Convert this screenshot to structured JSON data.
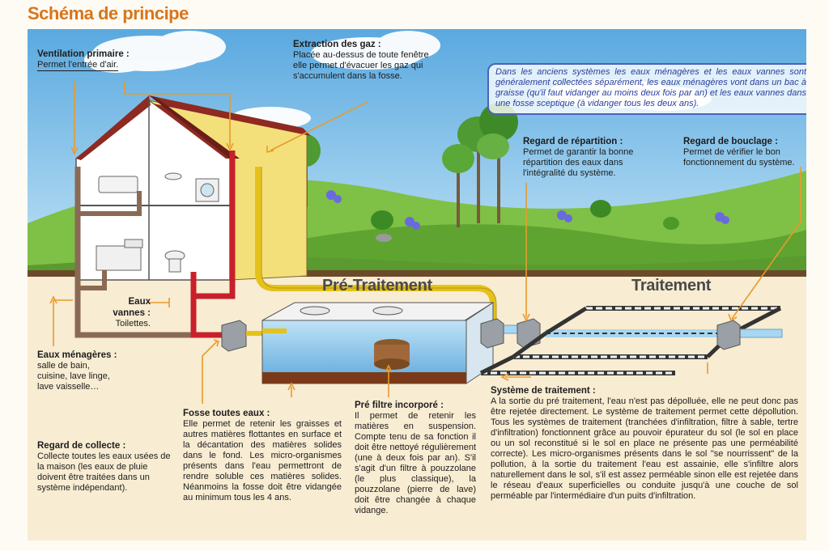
{
  "title": "Schéma de principe",
  "info_box": "Dans les anciens systèmes les eaux ménagères et les eaux vannes sont généralement collectées séparément, les eaux ménagères vont dans un bac à graisse (qu'il faut vidanger au moins deux fois par an) et les eaux vannes dans une fosse sceptique (à vidanger tous les deux ans).",
  "section_titles": {
    "pretraitement": "Pré-Traitement",
    "traitement": "Traitement"
  },
  "labels": {
    "ventilation": {
      "heading": "Ventilation primaire :",
      "text": "Permet l'entrée d'air."
    },
    "extraction": {
      "heading": "Extraction des gaz :",
      "text": "Placée au-dessus de toute fenêtre\nelle permet d'évacuer les gaz qui\ns'accumulent dans la fosse."
    },
    "repartition": {
      "heading": "Regard de répartition :",
      "text": "Permet de garantir la bonne\nrépartition des eaux dans\nl'intégralité du système."
    },
    "bouclage": {
      "heading": "Regard de bouclage :",
      "text": "Permet de vérifier le bon\nfonctionnement du système."
    },
    "eaux_vannes": {
      "heading": "Eaux vannes :",
      "text": "Toilettes."
    },
    "eaux_menageres": {
      "heading": "Eaux ménagères :",
      "text": "salle de bain,\ncuisine, lave linge,\nlave vaisselle…"
    },
    "regard_collecte": {
      "heading": "Regard de collecte :",
      "text": "Collecte toutes les eaux usées de\nla maison (les eaux de pluie\ndoivent être traitées dans un\nsystème indépendant)."
    },
    "fosse": {
      "heading": "Fosse toutes eaux :",
      "text": "Elle permet de retenir les graisses et autres matières flottantes en surface et la décantation des matières solides dans le fond. Les micro-organismes présents dans l'eau permettront de rendre soluble ces matières solides. Néanmoins la fosse doit être vidangée au minimum tous les 4 ans."
    },
    "prefiltre": {
      "heading": "Pré filtre incorporé :",
      "text": "Il permet de retenir les matières en suspension. Compte tenu de sa fonction il doit être nettoyé régulièrement (une à deux fois par an). S'il s'agit d'un filtre à pouzzolane (le plus classique), la pouzzolane (pierre de lave) doit être changée à chaque vidange."
    },
    "systeme": {
      "heading": "Système de traitement :",
      "text": "A la sortie du pré traitement, l'eau n'est pas dépolluée, elle ne peut donc pas être rejetée directement. Le système de traitement permet cette dépollution. Tous les systèmes de traitement (tranchées d'infiltration, filtre à sable, tertre d'infiltration) fonctionnent grâce au pouvoir épurateur du sol (le sol en place ou un sol reconstitué si le sol en place ne présente pas une perméabilité correcte). Les micro-organismes présents dans le sol \"se nourrissent\" de la pollution, à la sortie du traitement l'eau est assainie, elle s'infiltre alors naturellement dans le sol, s'il est assez perméable sinon elle est rejetée dans le réseau d'eaux superficielles ou conduite jusqu'à une couche de sol perméable par l'intermédiaire d'un puits d'infiltration."
    }
  },
  "colors": {
    "title": "#d9751a",
    "sky": "#7ec1ea",
    "grass": "#6fb23a",
    "roof": "#8e2a22",
    "wall": "#f4e07a",
    "pipe_yellow": "#e5c21a",
    "pipe_red": "#c8202a",
    "pipe_brown": "#8a6a55",
    "leader": "#e89a2a",
    "info_border": "#4a63b8"
  }
}
